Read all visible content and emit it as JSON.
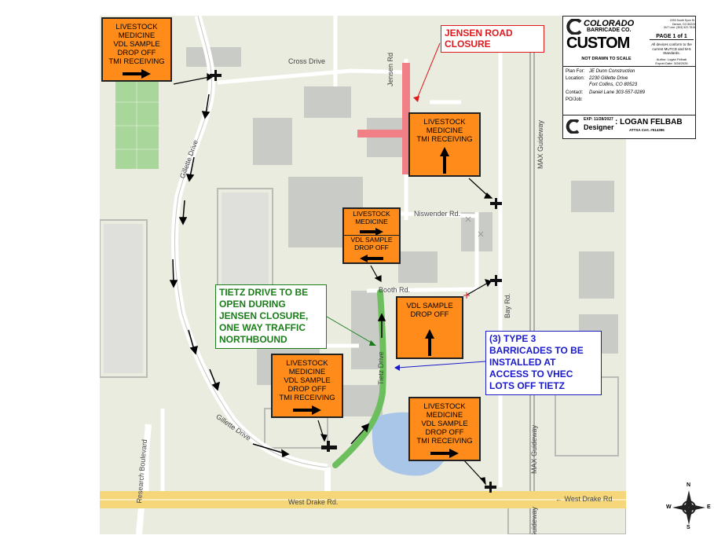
{
  "title_block": {
    "company_line1": "COLORADO",
    "company_line2": "BARRICADE CO.",
    "address": "2293 South Syon St.\nDenver, CO 80223\n24/7 Line: (303) 922-7815",
    "custom": "CUSTOM",
    "page": "PAGE 1 of 1",
    "not_drawn": "NOT DRAWN TO SCALE",
    "conform_note": "All devices conform to the current MUTCD and M-5 Standards.",
    "author": "Author: Logan Felbab",
    "export_date": "Export Date: 3/28/2026",
    "plan_for_label": "Plan For:",
    "plan_for": "JE Dunn Construction",
    "location_label": "Location:",
    "location_line1": "2230 Gillette Drive",
    "location_line2": "Fort Collins, CO 80523",
    "contact_label": "Contact:",
    "contact": "Daniel Lane 303-557-0289",
    "po_label": "PO/Job:",
    "exp": "EXP: 11/28/2027",
    "designer_label": "Designer",
    "designer": ": LOGAN FELBAB",
    "cert": "ATTSA Cert. #514396"
  },
  "callouts": {
    "jensen": "JENSEN ROAD\nCLOSURE",
    "tietz": "TIETZ DRIVE TO BE\nOPEN DURING\nJENSEN CLOSURE,\nONE WAY TRAFFIC\nNORTHBOUND",
    "barricades": "(3) TYPE 3\nBARRICADES TO BE\nINSTALLED AT\nACCESS TO VHEC\nLOTS OFF TIETZ"
  },
  "signs": {
    "s1": "LIVESTOCK\nMEDICINE\nVDL SAMPLE\nDROP OFF\nTMI RECEIVING",
    "s2": "LIVESTOCK\nMEDICINE\nTMI RECEIVING",
    "s3a": "LIVESTOCK\nMEDICINE",
    "s3b": "VDL SAMPLE\nDROP OFF",
    "s4": "VDL SAMPLE\nDROP OFF",
    "s5": "LIVESTOCK\nMEDICINE\nVDL SAMPLE\nDROP OFF\nTMI RECEIVING",
    "s6": "LIVESTOCK\nMEDICINE\nVDL SAMPLE\nDROP OFF\nTMI RECEIVING"
  },
  "roads": {
    "cross": "Cross Drive",
    "jensen": "Jensen Rd",
    "gillette1": "Gillette Drive",
    "gillette2": "Gillette Drive",
    "niswender": "Niswender Rd.",
    "booth": "Booth Rd.",
    "tietz": "Tietz Drive",
    "bay": "Bay Rd.",
    "max1": "MAX Guideway",
    "max2": "MAX Guideway",
    "max3": "Guideway",
    "research": "Research Boulevard",
    "drake1": "West Drake Rd.",
    "drake2": "West Drake Rd",
    "drake_arrow": "←"
  },
  "compass": {
    "n": "N",
    "s": "S",
    "e": "E",
    "w": "W"
  },
  "colors": {
    "sign": "#ff8c1a",
    "closure": "#f07f86",
    "open_route": "#6cbf5c",
    "jensen_text": "#e0191d",
    "tietz_text": "#1a7d1a",
    "barricade_text": "#1a1acc",
    "major_road": "#f5d77a"
  }
}
